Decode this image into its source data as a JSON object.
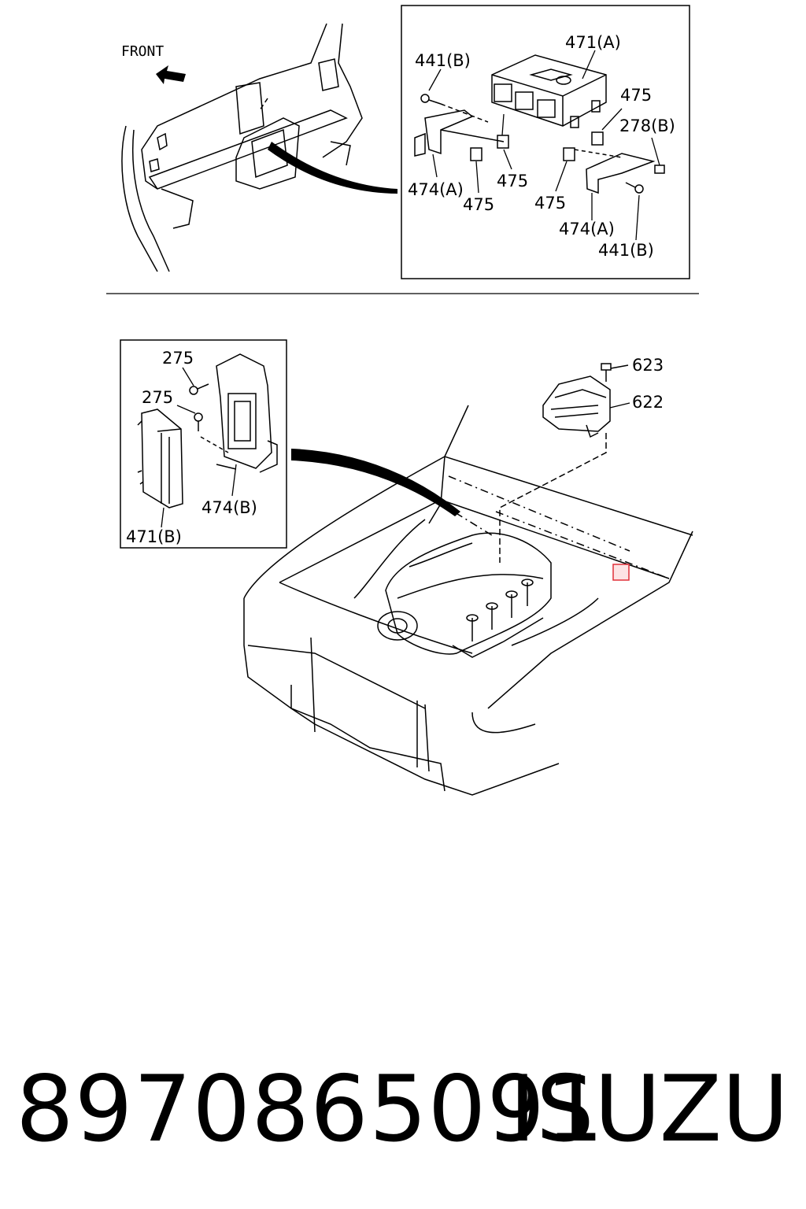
{
  "labels": {
    "front": "FRONT",
    "l471a": "471(A)",
    "l441b_top": "441(B)",
    "l475_r": "475",
    "l278b": "278(B)",
    "l474a_l": "474(A)",
    "l475_m": "475",
    "l475_bl": "475",
    "l475_br": "475",
    "l474a_r": "474(A)",
    "l441b_bot": "441(B)",
    "l275_a": "275",
    "l275_b": "275",
    "l474b": "474(B)",
    "l471b": "471(B)",
    "l623": "623",
    "l622": "622"
  },
  "footer": {
    "part_number": "8970865091",
    "brand": "ISUZU"
  },
  "colors": {
    "line": "#000000",
    "marker": "#e0303a",
    "marker_fill": "#fde3e4"
  }
}
